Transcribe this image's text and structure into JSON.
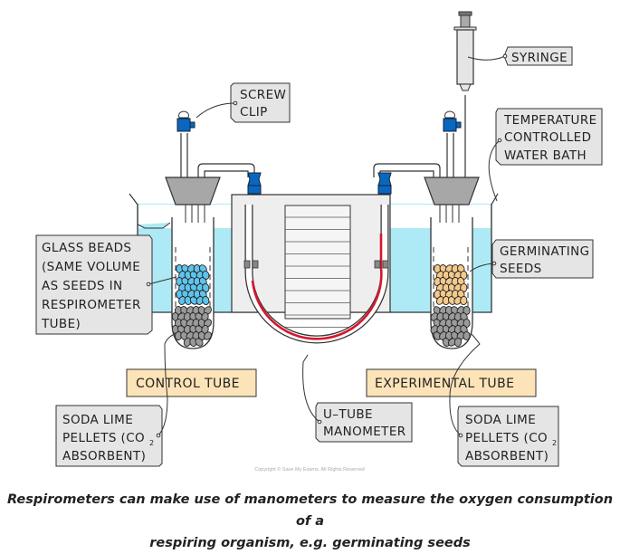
{
  "labels": {
    "screw_clip": [
      "SCREW",
      "CLIP"
    ],
    "syringe": [
      "SYRINGE"
    ],
    "water_bath": [
      "TEMPERATURE",
      "CONTROLLED",
      "WATER BATH"
    ],
    "glass_beads": [
      "GLASS BEADS",
      "(SAME VOLUME",
      "AS SEEDS IN",
      "RESPIROMETER",
      "TUBE)"
    ],
    "germinating_seeds": [
      "GERMINATING",
      "SEEDS"
    ],
    "control_tube": "CONTROL TUBE",
    "experimental_tube": "EXPERIMENTAL TUBE",
    "soda_lime_left": [
      "SODA LIME",
      "PELLETS (CO",
      "ABSORBENT)"
    ],
    "soda_lime_right": [
      "SODA LIME",
      "PELLETS (CO",
      "ABSORBENT)"
    ],
    "subscript_2": "2",
    "u_tube": [
      "U–TUBE",
      "MANOMETER"
    ]
  },
  "copyright": "Copyright © Save My Exams. All Rights Reserved",
  "caption": {
    "line1": "Respirometers can make use of manometers to measure the oxygen consumption of a",
    "line2": "respiring organism, e.g. germinating seeds"
  },
  "colors": {
    "water": "#aeeaf6",
    "clip_blue": "#0a67c0",
    "manometer_fluid": "#d5182e",
    "stopper": "#a7a7a7",
    "label_box": "#e5e5e5",
    "tube_label_box": "#fde4b8",
    "seed": "#f3c98c",
    "bead": "#5fc4ec",
    "pellet": "#9a9a9a"
  }
}
